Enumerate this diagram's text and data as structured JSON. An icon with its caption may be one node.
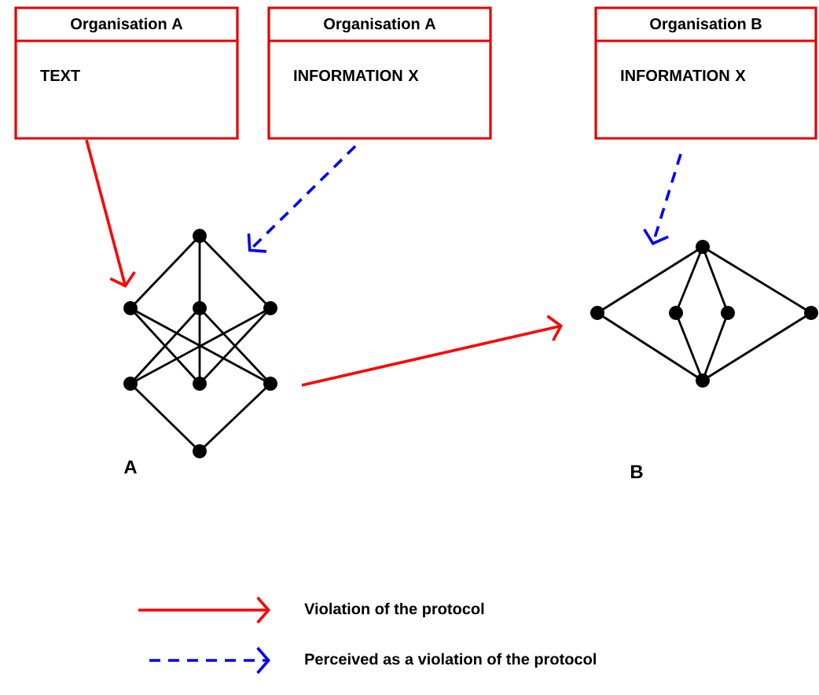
{
  "diagram": {
    "nodes": [
      {
        "text": [
          "Organisation A",
          "TEXT"
        ]
      },
      {
        "text": [
          "Organisation A",
          "INFORMATION X"
        ]
      },
      {
        "text": [
          "Organisation B",
          "INFORMATION X"
        ]
      },
      {
        "text": [],
        "shape": "picture"
      },
      {
        "text": [],
        "shape": "picture"
      }
    ],
    "labels": [
      "A",
      "B"
    ],
    "edges": [
      {
        "from": 0,
        "to": 3,
        "arrow": "to",
        "color": "#ff0000"
      },
      {
        "from": 1,
        "to": 3,
        "arrow": "to",
        "style": "dashed",
        "color": "#0000ff"
      },
      {
        "from": 2,
        "to": 4,
        "arrow": "to",
        "style": "dashed",
        "color": "#0000ff"
      },
      {
        "from": 3,
        "to": 4,
        "arrow": "to",
        "color": "#ff0000"
      }
    ],
    "legend": [
      {
        "text": "Violation of the protocol"
      },
      {
        "text": "Perceived as a violation of the protocol"
      }
    ]
  }
}
